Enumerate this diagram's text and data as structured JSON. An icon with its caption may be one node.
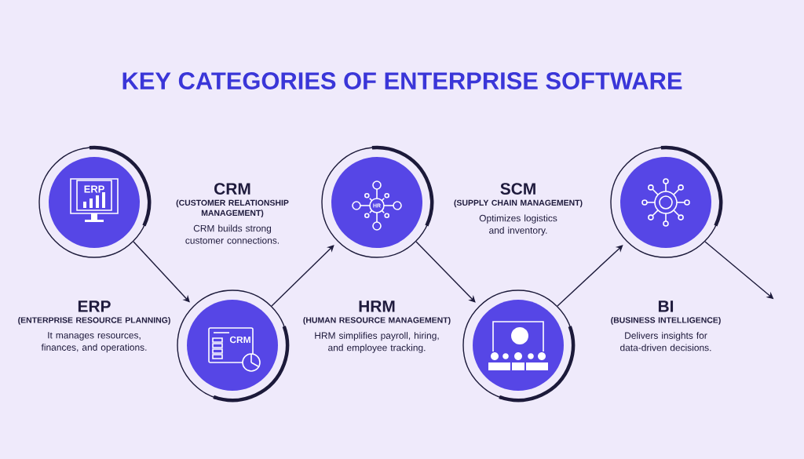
{
  "diagram": {
    "title": "KEY CATEGORIES OF ENTERPRISE SOFTWARE",
    "nodes": [
      {
        "text": [
          "ERP"
        ],
        "beside": [
          "ERP",
          "(ENTERPRISE RESOURCE PLANNING)",
          "It manages resources, finances, and operations."
        ]
      },
      {
        "text": [
          "CRM"
        ],
        "beside": [
          "CRM",
          "(CUSTOMER RELATIONSHIP MANAGEMENT)",
          "CRM builds strong customer connections."
        ]
      },
      {
        "text": [
          "HR"
        ],
        "beside": [
          "HRM",
          "(HUMAN RESOURCE MANAGEMENT)",
          "HRM simplifies payroll, hiring, and employee tracking."
        ]
      },
      {
        "text": [],
        "shape": "circle",
        "beside": [
          "SCM",
          "(SUPPLY CHAIN MANAGEMENT)",
          "Optimizes logistics and inventory."
        ]
      },
      {
        "text": [],
        "shape": "circle",
        "beside": [
          "BI",
          "(BUSINESS INTELLIGENCE)",
          "Delivers insights for data-driven decisions."
        ]
      }
    ],
    "edges": [
      {
        "from": 0,
        "to": 1,
        "arrow": "to"
      },
      {
        "from": 1,
        "to": 2,
        "arrow": "to"
      },
      {
        "from": 2,
        "to": 3,
        "arrow": "to"
      },
      {
        "from": 3,
        "to": 4,
        "arrow": "to"
      },
      {
        "from": 4,
        "to": null,
        "arrow": "to"
      }
    ]
  }
}
